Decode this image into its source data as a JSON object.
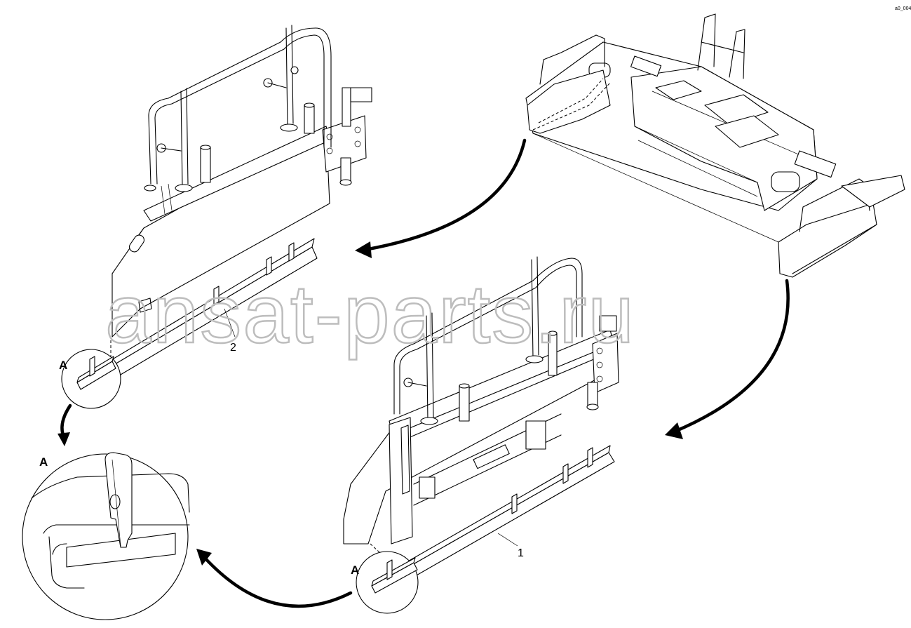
{
  "drawing": {
    "code": "a0_004",
    "watermark": "ansat-parts.ru",
    "callouts": {
      "part_1": "1",
      "part_2": "2",
      "detail_a_top": "A",
      "detail_a_bottom": "A",
      "detail_a_zoom": "A"
    }
  },
  "colors": {
    "line": "#000000",
    "background": "#ffffff",
    "watermark": "#bdbdbd"
  }
}
